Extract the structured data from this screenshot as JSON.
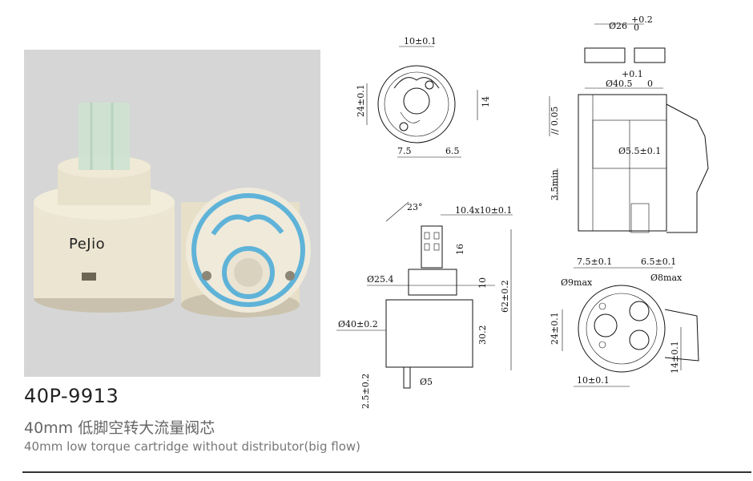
{
  "product": {
    "brand": "PeJio",
    "model": "40P-9913",
    "name_cn": "40mm 低脚空转大流量阀芯",
    "name_en": "40mm low torque cartridge without distributor(big flow)"
  },
  "dimensions": {
    "top_view": {
      "width": "10±0.1",
      "height": "24±0.1",
      "right": "14",
      "bottom_left": "7.5",
      "bottom_right": "6.5"
    },
    "side_view": {
      "angle": "23°",
      "spindle": "10.4x10±0.1",
      "spindle_height": "16",
      "collar_diameter": "Ø25.4",
      "collar_height": "10",
      "total_height": "62±0.2",
      "body_diameter": "Ø40±0.2",
      "body_height": "30.2",
      "pin_height": "2.5±0.2",
      "pin_diameter": "Ø5"
    },
    "seat": {
      "top_diameter": "Ø26",
      "top_tol_plus": "+0.2",
      "top_tol_zero": "0",
      "flatness": "+0.1",
      "bore": "Ø40.5",
      "bore_tol": "0",
      "parallel": "// 0.05",
      "hole": "Ø5.5±0.1",
      "min_depth": "3.5min"
    },
    "port_view": {
      "left_offset": "7.5±0.1",
      "right_offset": "6.5±0.1",
      "hole_small": "Ø9max",
      "hole_large": "Ø8max",
      "height": "24±0.1",
      "width": "10±0.1",
      "right_height": "14±0.1"
    }
  }
}
